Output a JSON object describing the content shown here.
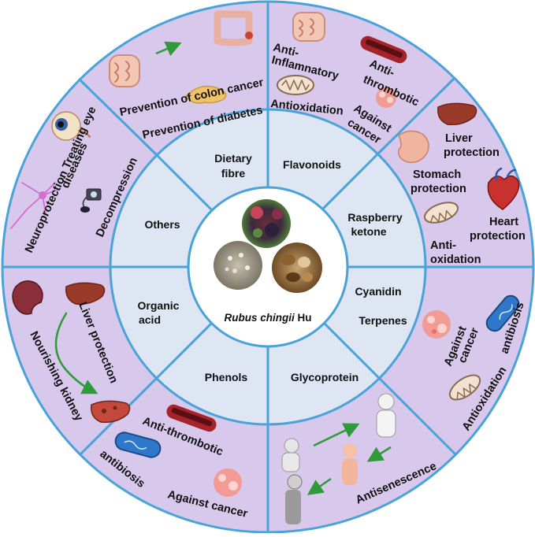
{
  "center": {
    "title_italic": "Rubus chingii",
    "title_suffix": " Hu"
  },
  "inner_ring": [
    {
      "id": "dietary-fibre",
      "lines": [
        "Dietary",
        "fibre"
      ]
    },
    {
      "id": "flavonoids",
      "lines": [
        "Flavonoids"
      ]
    },
    {
      "id": "raspberry-ketone",
      "lines": [
        "Raspberry",
        "ketone"
      ]
    },
    {
      "id": "cyanidin",
      "lines": [
        "Cyanidin"
      ]
    },
    {
      "id": "terpenes",
      "lines": [
        "Terpenes"
      ]
    },
    {
      "id": "glycoprotein",
      "lines": [
        "Glycoprotein"
      ]
    },
    {
      "id": "phenols",
      "lines": [
        "Phenols"
      ]
    },
    {
      "id": "organic-acid",
      "lines": [
        "Organic",
        "acid"
      ]
    },
    {
      "id": "others",
      "lines": [
        "Others"
      ]
    }
  ],
  "outer_ring": {
    "dietary_fibre": [
      "Prevention of colon cancer",
      "Prevention of diabetes"
    ],
    "flavonoids": {
      "anti_inflammatory": [
        "Anti-",
        "Inflamnatory"
      ],
      "anti_thrombotic": [
        "Anti-",
        "thrombotic"
      ],
      "antioxidation": "Antioxidation",
      "against_cancer": [
        "Against",
        "cancer"
      ]
    },
    "raspberry_ketone": {
      "liver_protection": [
        "Liver",
        "protection"
      ],
      "stomach_protection": [
        "Stomach",
        "protection"
      ],
      "heart_protection": [
        "Heart",
        "protection"
      ],
      "anti_oxidation": [
        "Anti-",
        "oxidation"
      ]
    },
    "cyanidin_terpenes": {
      "against_cancer": [
        "Against",
        "cancer"
      ],
      "antibiosis": "antibiosis",
      "antioxidation": "Antioxidation"
    },
    "glycoprotein": {
      "antisenescence": "Antisenescence"
    },
    "phenols": {
      "anti_thrombotic": "Anti-thrombotic",
      "antibiosis": "antibiosis",
      "against_cancer": "Against cancer"
    },
    "organic_acid": {
      "liver_protection": "Liver protection",
      "nourishing_kidney": "Nourishing kidney"
    },
    "others": {
      "top_line": "Neuroprotection Treating eye",
      "diseases": "diseases",
      "decompression": "Decompression"
    }
  },
  "colors": {
    "outer_fill": "#d8c8ec",
    "inner_fill": "#dde6f2",
    "lines": "#4aa3d8",
    "arrow": "#2e9a3a"
  },
  "icons": [
    "colon-icon",
    "intestine-icon",
    "pancreas-icon",
    "eye-icon",
    "neuron-icon",
    "blood-pressure-meter-icon",
    "mitochondria-icon",
    "blood-vessel-icon",
    "cancer-cell-icon",
    "liver-icon",
    "stomach-icon",
    "heart-icon",
    "bacteria-icon",
    "kidney-icon",
    "elderly-person-icon",
    "child-icon",
    "berries-photo",
    "seeds-photo",
    "dried-fruit-photo"
  ]
}
